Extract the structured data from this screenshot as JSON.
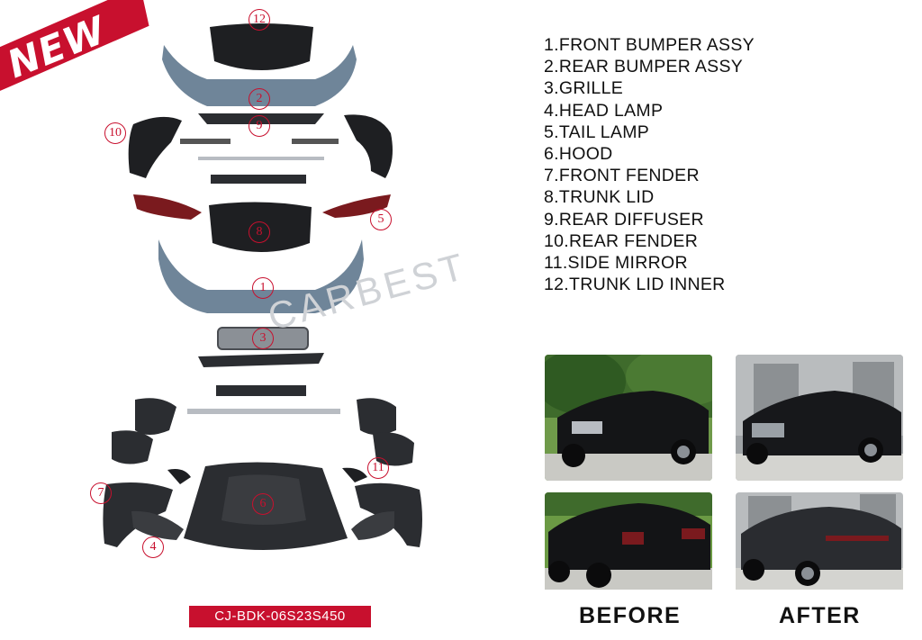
{
  "banner": {
    "label": "NEW"
  },
  "watermark": {
    "text": "CARBEST"
  },
  "parts": [
    "1.FRONT BUMPER ASSY",
    "2.REAR BUMPER ASSY",
    "3.GRILLE",
    "4.HEAD LAMP",
    "5.TAIL LAMP",
    "6.HOOD",
    "7.FRONT FENDER",
    "8.TRUNK LID",
    "9.REAR DIFFUSER",
    "10.REAR FENDER",
    "11.SIDE MIRROR",
    "12.TRUNK LID INNER"
  ],
  "callouts": [
    "12",
    "2",
    "9",
    "10",
    "5",
    "8",
    "1",
    "3",
    "11",
    "7",
    "6",
    "4"
  ],
  "captions": {
    "before": "BEFORE",
    "after": "AFTER"
  },
  "product_code": "CJ-BDK-06S23S450",
  "colors": {
    "accent": "#c8102e",
    "part_blue": "#6f8599",
    "part_black": "#1e1f22"
  }
}
